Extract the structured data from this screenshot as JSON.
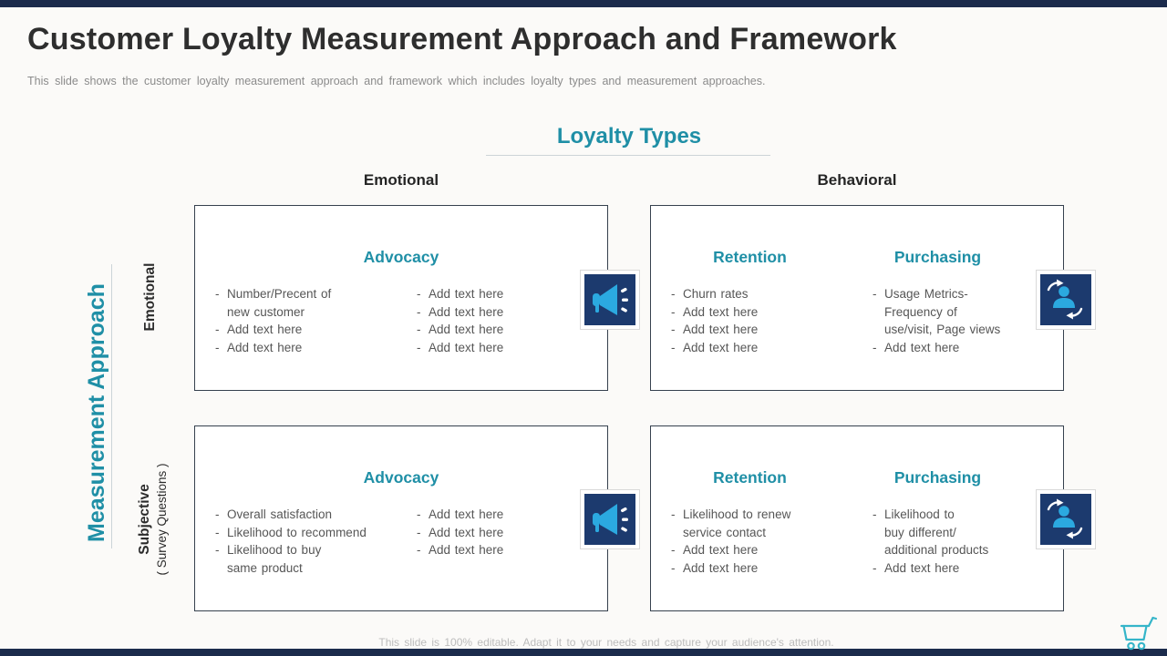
{
  "slide": {
    "title": "Customer Loyalty Measurement Approach and Framework",
    "subtitle": "This slide shows the customer loyalty measurement approach and framework  which includes loyalty types and measurement  approaches.",
    "footer": "This slide is 100% editable. Adapt it to your needs and capture your audience's attention."
  },
  "framework": {
    "columns_title": "Loyalty Types",
    "rows_title": "Measurement Approach",
    "column_headers": [
      "Emotional",
      "Behavioral"
    ],
    "row_headers": [
      {
        "label": "Emotional",
        "sublabel": ""
      },
      {
        "label": "Subjective",
        "sublabel": "( Survey Questions )"
      }
    ]
  },
  "boxes": [
    {
      "header": "Advocacy",
      "icon": "megaphone-icon",
      "columns": [
        {
          "header": "",
          "items": [
            "Number/Precent  of\nnew customer",
            "Add text here",
            "Add text here"
          ]
        },
        {
          "header": "",
          "items": [
            "Add text here",
            "Add text here",
            "Add text here",
            "Add text here"
          ]
        }
      ]
    },
    {
      "header": "",
      "icon": "customer-repeat-icon",
      "columns": [
        {
          "header": "Retention",
          "items": [
            "Churn rates",
            "Add text here",
            "Add text here",
            "Add text here"
          ]
        },
        {
          "header": "Purchasing",
          "items": [
            "Usage Metrics-\nFrequency of\nuse/visit, Page views",
            "Add text here"
          ]
        }
      ]
    },
    {
      "header": "Advocacy",
      "icon": "megaphone-icon",
      "columns": [
        {
          "header": "",
          "items": [
            "Overall satisfaction",
            "Likelihood to recommend",
            "Likelihood to buy\nsame product"
          ]
        },
        {
          "header": "",
          "items": [
            "Add text here",
            "Add text here",
            "Add text here"
          ]
        }
      ]
    },
    {
      "header": "",
      "icon": "customer-repeat-icon",
      "columns": [
        {
          "header": "Retention",
          "items": [
            "Likelihood to renew\nservice contact",
            "Add text here",
            "Add text here"
          ]
        },
        {
          "header": "Purchasing",
          "items": [
            "Likelihood to\nbuy different/\nadditional products",
            "Add text here"
          ]
        }
      ]
    }
  ],
  "icons": {
    "box_icons": [
      "megaphone-icon",
      "customer-repeat-icon",
      "megaphone-icon",
      "customer-repeat-icon"
    ],
    "corner_icon": "shopping-cart-icon"
  },
  "colors": {
    "accent_teal": "#1f8fa6",
    "navy_bar": "#1b2b4c",
    "icon_navy": "#1c3a6e",
    "icon_blue": "#2ba9e0",
    "cart_teal": "#35b5c9"
  }
}
